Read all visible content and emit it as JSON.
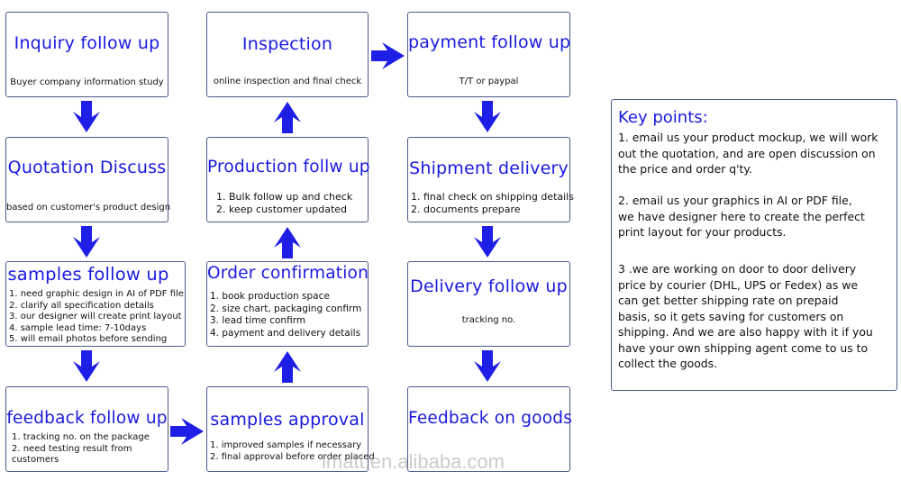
{
  "boxes": {
    "inquiry": {
      "title": "Inquiry follow up",
      "sub": "Buyer company information study"
    },
    "quotation": {
      "title": "Quotation Discuss",
      "sub": "based on customer's product design"
    },
    "samples_follow": {
      "title": "samples follow up",
      "items": [
        "1. need graphic design in AI of PDF file",
        "2. clarify all specification details",
        "3. our designer will create print layout",
        "4. sample lead time: 7-10days",
        "5. will email photos before sending"
      ]
    },
    "feedback_follow": {
      "title": "feedback follow up",
      "items": [
        "1. tracking no. on the package",
        "2. need testing result from",
        "customers"
      ]
    },
    "inspection": {
      "title": "Inspection",
      "sub": "online inspection and final check"
    },
    "production": {
      "title": "Production follw up",
      "items": [
        "1. Bulk follow up and check",
        "2. keep customer updated"
      ]
    },
    "order": {
      "title": "Order confirmation",
      "items": [
        "1. book production space",
        "2. size chart, packaging confirm",
        "3. lead time confirm",
        "4. payment and delivery details"
      ]
    },
    "samples_approval": {
      "title": "samples approval",
      "items": [
        "1. improved samples if necessary",
        "2. final approval before order placed"
      ]
    },
    "payment": {
      "title": "payment follow up",
      "sub": "T/T or paypal"
    },
    "shipment": {
      "title": "Shipment delivery",
      "items": [
        "1. final check on shipping details",
        "2. documents prepare"
      ]
    },
    "delivery": {
      "title": "Delivery follow up",
      "sub": "tracking no."
    },
    "feedback_goods": {
      "title": "Feedback on goods"
    }
  },
  "key_points": {
    "title": "Key points:",
    "p1": "1. email us your product mockup, we will work\n out the quotation, and are open discussion on\n the price and order q'ty.",
    "p2": "2. email us your graphics in AI or PDF file,\nwe have designer here to create the perfect\nprint layout for your products.",
    "p3": "3 .we are working on door to door delivery\nprice by courier (DHL, UPS or Fedex) as we\n can get better shipping rate on prepaid\nbasis, so it gets  saving for customers on\nshipping. And we are also happy with it if you\n have your own shipping agent come to us to\ncollect the goods."
  },
  "watermark": "lmatt.en.alibaba.com",
  "colors": {
    "title": "#1a1ae0",
    "arrow": "#1e1ee6",
    "border": "#4b5a8a"
  }
}
